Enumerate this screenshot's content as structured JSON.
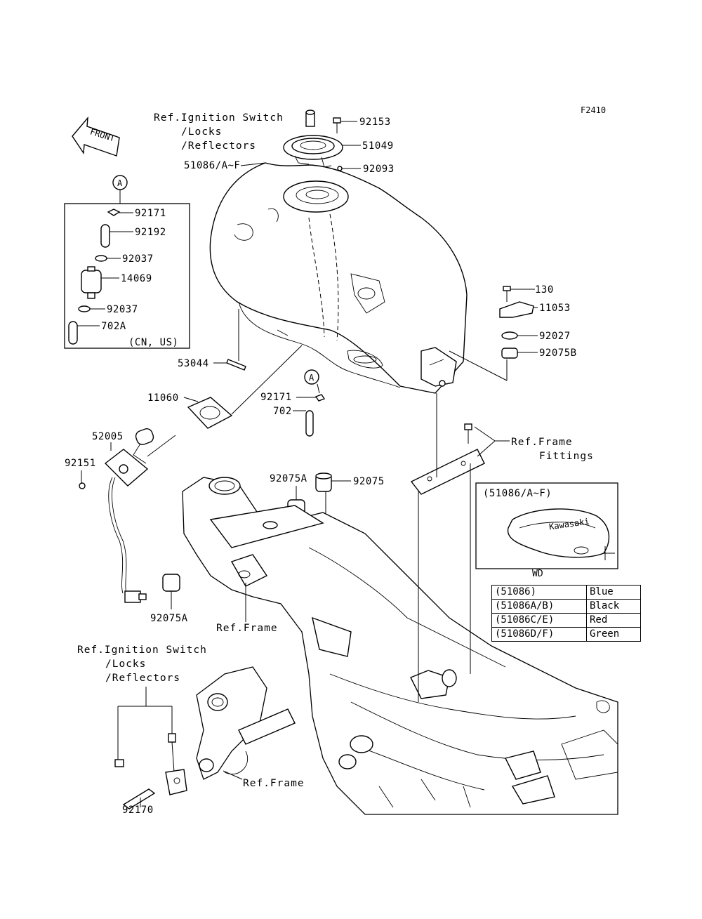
{
  "figure_code": "F2410",
  "front_label": "FRONT",
  "callout_letter": "A",
  "parts": {
    "p92153": "92153",
    "p51049": "51049",
    "p92093": "92093",
    "p51086": "51086/A~F",
    "p92171a": "92171",
    "p92192": "92192",
    "p92037a": "92037",
    "p14069": "14069",
    "p92037b": "92037",
    "p702A": "702A",
    "cn_us": "(CN, US)",
    "p130": "130",
    "p11053": "11053",
    "p92027": "92027",
    "p92075B": "92075B",
    "p53044": "53044",
    "p11060": "11060",
    "p92171b": "92171",
    "p702": "702",
    "p52005": "52005",
    "p92151": "92151",
    "p92075A_top": "92075A",
    "p92075": "92075",
    "p92075A_bot": "92075A",
    "p92170": "92170"
  },
  "refs": {
    "ignition_top_1": "Ref.Ignition Switch",
    "ignition_top_2": "/Locks",
    "ignition_top_3": "/Reflectors",
    "frame_fittings_1": "Ref.Frame",
    "frame_fittings_2": "Fittings",
    "frame_mid": "Ref.Frame",
    "ignition_bot_1": "Ref.Ignition Switch",
    "ignition_bot_2": "/Locks",
    "ignition_bot_3": "/Reflectors",
    "frame_bot": "Ref.Frame"
  },
  "inset": {
    "title": "(51086/A~F)",
    "brand": "Kawasaki",
    "note": "WD"
  },
  "color_table": [
    {
      "code": "(51086)",
      "color": "Blue"
    },
    {
      "code": "(51086A/B)",
      "color": "Black"
    },
    {
      "code": "(51086C/E)",
      "color": "Red"
    },
    {
      "code": "(51086D/F)",
      "color": "Green"
    }
  ]
}
